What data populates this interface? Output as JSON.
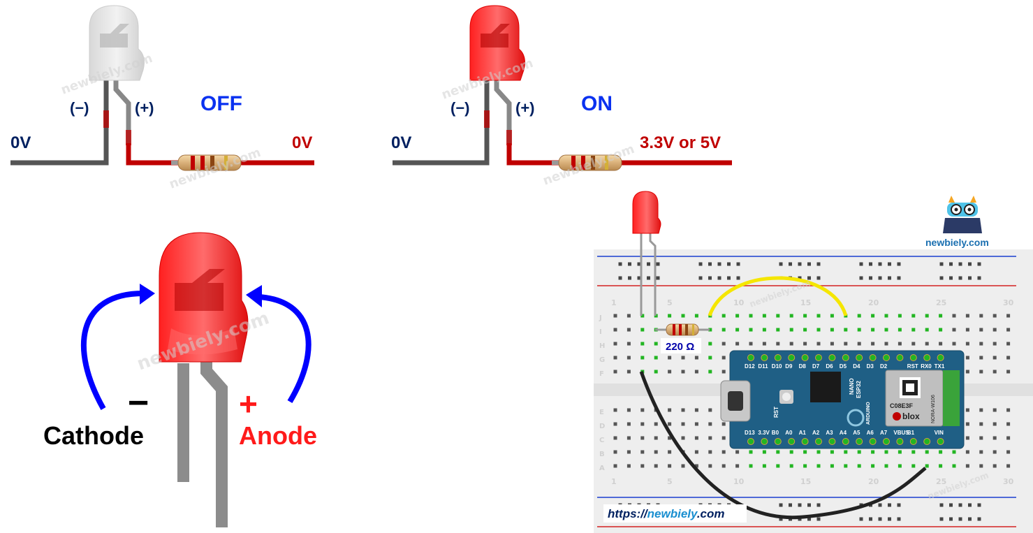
{
  "colors": {
    "navy": "#002060",
    "blue": "#0a31f0",
    "red": "#c00000",
    "bright_red": "#ff1a1a",
    "wire_red": "#c00000",
    "wire_gray": "#555555",
    "led_red": "#ff3b3b",
    "led_off": "#e6e6e6",
    "breadboard": "#eeeeee",
    "board_blue": "#1f5f85",
    "hole_green": "#22b522",
    "yellow_wire": "#f5e600",
    "arrow_blue": "#0000ff"
  },
  "off_circuit": {
    "state_label": "OFF",
    "cathode_sign": "(−)",
    "anode_sign": "(+)",
    "left_voltage": "0V",
    "right_voltage": "0V"
  },
  "on_circuit": {
    "state_label": "ON",
    "cathode_sign": "(−)",
    "anode_sign": "(+)",
    "left_voltage": "0V",
    "right_voltage": "3.3V or 5V"
  },
  "led_pinout": {
    "cathode_symbol": "−",
    "cathode_label": "Cathode",
    "anode_symbol": "+",
    "anode_label": "Anode"
  },
  "wiring": {
    "resistor_label": "220 Ω",
    "brand_name": "newbiely.com",
    "url_prefix": "https://",
    "url_domain": "newbiely",
    "url_suffix": ".com",
    "row_numbers": [
      "1",
      "5",
      "10",
      "15",
      "20",
      "25",
      "30"
    ],
    "row_letters_top": [
      "J",
      "I",
      "H",
      "G",
      "F"
    ],
    "row_letters_bottom": [
      "E",
      "D",
      "C",
      "B",
      "A"
    ],
    "board": {
      "top_pins": [
        "D12",
        "D11",
        "D10",
        "D9",
        "D8",
        "D7",
        "D6",
        "D5",
        "D4",
        "D3",
        "D2",
        "",
        "RST",
        "RX0",
        "TX1"
      ],
      "bottom_pins": [
        "D13",
        "3.3V",
        "B0",
        "A0",
        "A1",
        "A2",
        "A3",
        "A4",
        "A5",
        "A6",
        "A7",
        "VBUS",
        "B1",
        "",
        "VIN"
      ],
      "model_line1": "NANO",
      "model_line2": "ESP32",
      "brand": "ARDUINO",
      "module_brand": "blox",
      "module_code": "C08E3F",
      "module_text": "NORA-W106",
      "rst_text": "RST"
    }
  },
  "watermark": "newbiely.com"
}
